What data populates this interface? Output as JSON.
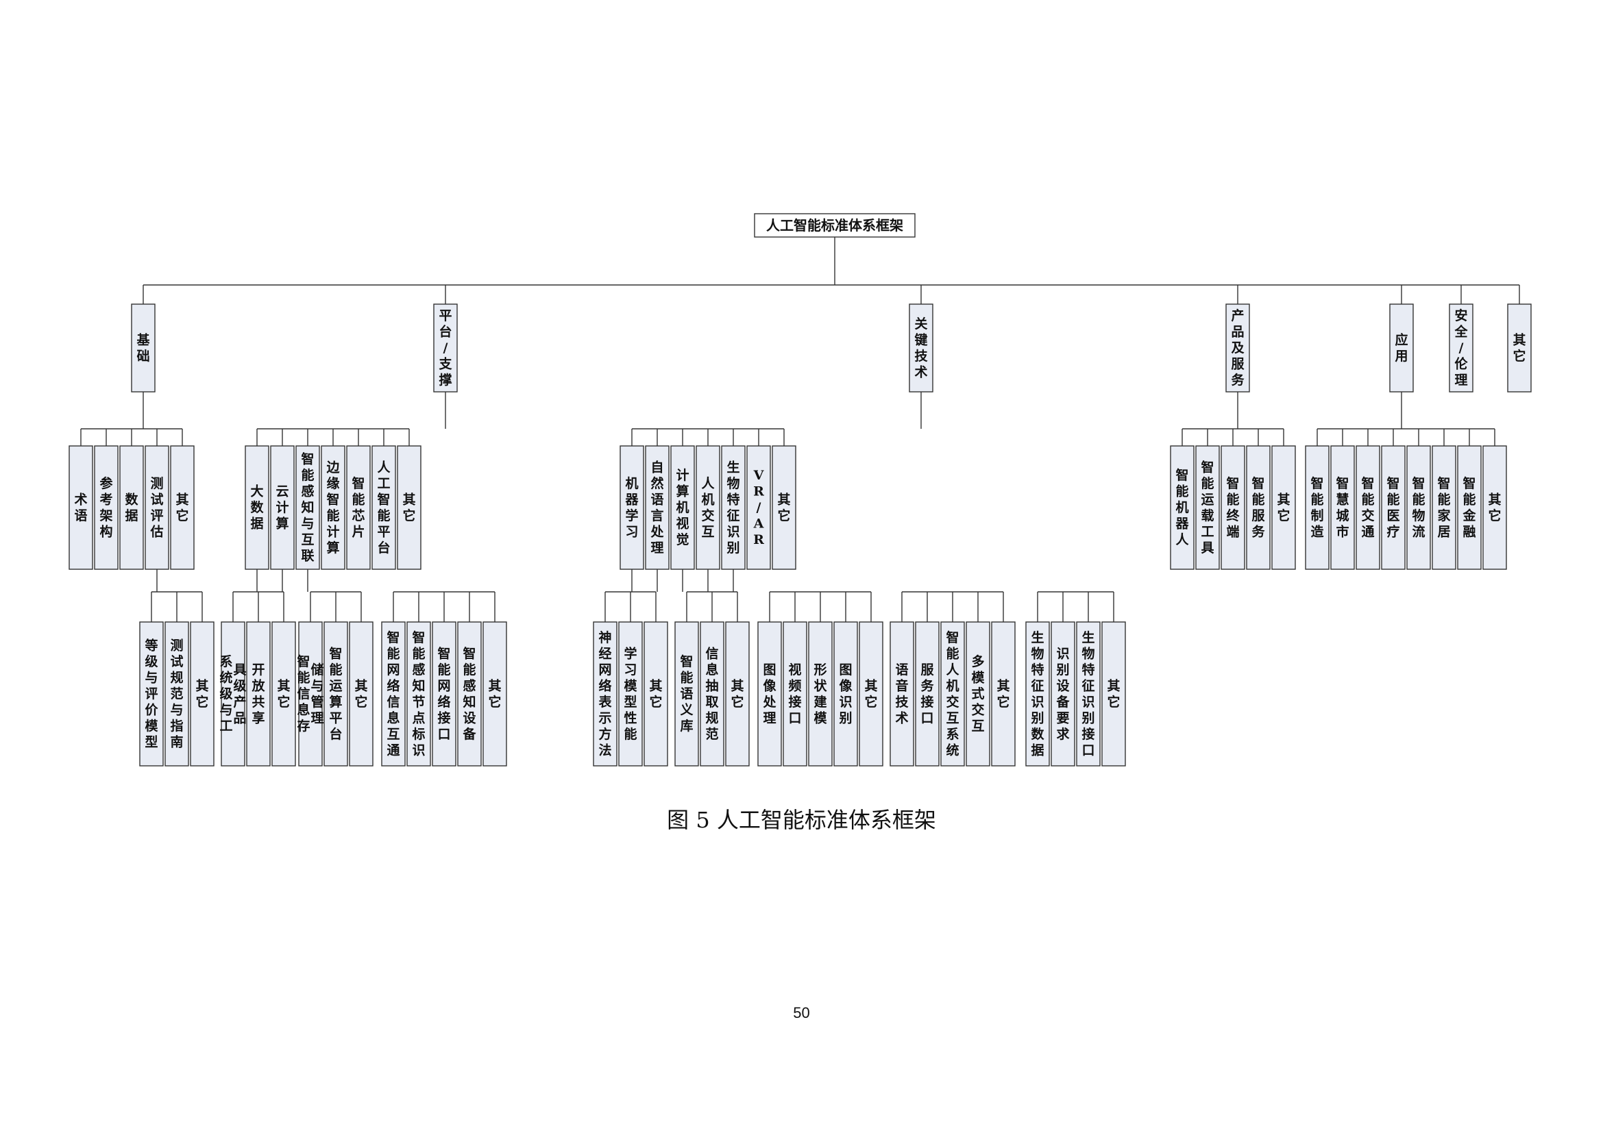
{
  "document": {
    "caption": "图 5 人工智能标准体系框架",
    "page_number": "50"
  },
  "tree": {
    "label": "人工智能标准体系框架",
    "children": [
      {
        "label": "基础",
        "children": [
          {
            "label": "术语"
          },
          {
            "label": "参考架构"
          },
          {
            "label": "数据"
          },
          {
            "label": "测试评估",
            "children": [
              {
                "label": "等级与评价模型"
              },
              {
                "label": "测试规范与指南"
              },
              {
                "label": "其它"
              }
            ]
          },
          {
            "label": "其它"
          }
        ]
      },
      {
        "label": "平台/支撑",
        "children": [
          {
            "label": "大数据",
            "children": [
              {
                "label": "系统级与工具级产品"
              },
              {
                "label": "开放共享"
              },
              {
                "label": "其它"
              }
            ]
          },
          {
            "label": "云计算",
            "children": [
              {
                "label": "智能信息存储与管理"
              },
              {
                "label": "智能运算平台"
              },
              {
                "label": "其它"
              }
            ]
          },
          {
            "label": "智能感知与互联",
            "children": [
              {
                "label": "智能网络信息互通"
              },
              {
                "label": "智能感知节点标识"
              },
              {
                "label": "智能网络接口"
              },
              {
                "label": "智能感知设备"
              },
              {
                "label": "其它"
              }
            ]
          },
          {
            "label": "边缘智能计算"
          },
          {
            "label": "智能芯片"
          },
          {
            "label": "人工智能平台"
          },
          {
            "label": "其它"
          }
        ]
      },
      {
        "label": "关键技术",
        "children": [
          {
            "label": "机器学习",
            "children": [
              {
                "label": "神经网络表示方法"
              },
              {
                "label": "学习模型性能"
              },
              {
                "label": "其它"
              }
            ]
          },
          {
            "label": "自然语言处理",
            "children": [
              {
                "label": "智能语义库"
              },
              {
                "label": "信息抽取规范"
              },
              {
                "label": "其它"
              }
            ]
          },
          {
            "label": "计算机视觉",
            "children": [
              {
                "label": "图像处理"
              },
              {
                "label": "视频接口"
              },
              {
                "label": "形状建模"
              },
              {
                "label": "图像识别"
              },
              {
                "label": "其它"
              }
            ]
          },
          {
            "label": "人机交互",
            "children": [
              {
                "label": "语音技术"
              },
              {
                "label": "服务接口"
              },
              {
                "label": "智能人机交互系统"
              },
              {
                "label": "多模式交互"
              },
              {
                "label": "其它"
              }
            ]
          },
          {
            "label": "生物特征识别",
            "children": [
              {
                "label": "生物特征识别数据"
              },
              {
                "label": "识别设备要求"
              },
              {
                "label": "生物特征识别接口"
              },
              {
                "label": "其它"
              }
            ]
          },
          {
            "label": "VR/AR"
          },
          {
            "label": "其它"
          }
        ]
      },
      {
        "label": "产品及服务",
        "children": [
          {
            "label": "智能机器人"
          },
          {
            "label": "智能运载工具"
          },
          {
            "label": "智能终端"
          },
          {
            "label": "智能服务"
          },
          {
            "label": "其它"
          }
        ]
      },
      {
        "label": "应用",
        "children": [
          {
            "label": "智能制造"
          },
          {
            "label": "智慧城市"
          },
          {
            "label": "智能交通"
          },
          {
            "label": "智能医疗"
          },
          {
            "label": "智能物流"
          },
          {
            "label": "智能家居"
          },
          {
            "label": "智能金融"
          },
          {
            "label": "其它"
          }
        ]
      },
      {
        "label": "安全/伦理"
      },
      {
        "label": "其它"
      }
    ]
  }
}
